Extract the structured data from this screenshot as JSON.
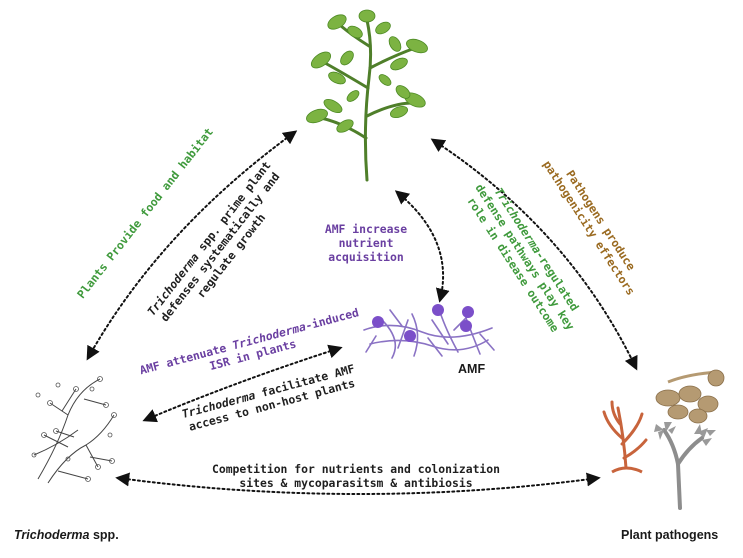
{
  "nodes": {
    "trichoderma": {
      "name_italic": "Trichoderma",
      "name_suffix": " spp."
    },
    "pathogens": {
      "name": "Plant pathogens"
    },
    "amf": {
      "name": "AMF"
    }
  },
  "edges": {
    "plant_food": "Plants Provide food and habitat",
    "tricho_prime": {
      "line1_italic": "Trichoderma",
      "line1_rest": " spp. prime plant",
      "line2": "defenses systematically and",
      "line3": "regulate growth"
    },
    "amf_nutrient": [
      "AMF increase",
      "nutrient",
      "acquisition"
    ],
    "pathogen_effectors": [
      "Pathogens produce",
      "pathogenicity effectors"
    ],
    "tricho_regulated": {
      "line1_italic": "Trichoderma",
      "line1_rest": "-regulated",
      "line2": "defense pathways play key",
      "line3": "role in disease outcome"
    },
    "amf_attenuate": {
      "line1_a": "AMF attenuate ",
      "line1_italic": "Trichoderma",
      "line1_b": "-induced",
      "line2": "ISR in plants"
    },
    "tricho_facilitate": {
      "line1_italic": "Trichoderma",
      "line1_rest": " facilitate AMF",
      "line2": "access to non-host plants"
    },
    "competition": [
      "Competition for nutrients and colonization",
      "sites & mycoparasitsm & antibiosis"
    ]
  },
  "colors": {
    "green": "#3f9a3c",
    "purple": "#6a3fa1",
    "brown": "#9a6a20",
    "dark": "#1f1f1f",
    "plant_leaf": "#7cb342",
    "plant_stem": "#4f7f2a",
    "amf_hyphae": "#8a72c4",
    "amf_spore": "#7b4fc9"
  },
  "icons": {
    "plant": "tomato-plant-icon",
    "amf": "amf-hyphae-icon",
    "trichoderma": "trichoderma-mycelium-icon",
    "pathogens": "plant-pathogens-icon"
  }
}
